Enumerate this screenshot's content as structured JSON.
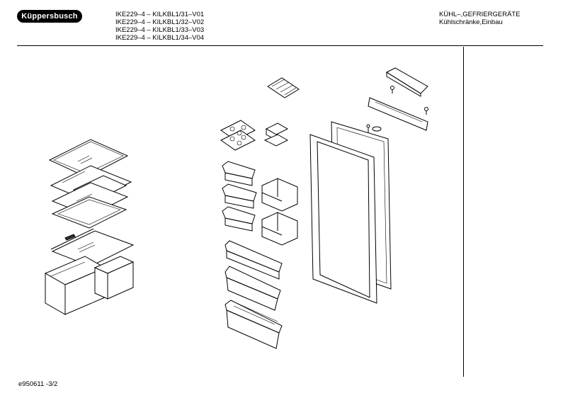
{
  "header": {
    "brand": "Küppersbusch",
    "models": [
      "IKE229–4 – KILKBL1/31–V01",
      "IKE229–4 – KILKBL1/32–V02",
      "IKE229–4 – KILKBL1/33–V03",
      "IKE229–4 – KILKBL1/34–V04"
    ],
    "category_line1": "KÜHL–,GEFRIERGERÄTE",
    "category_line2": "Kühlschränke,Einbau"
  },
  "footer": {
    "drawing_id": "e950611 -3/2"
  }
}
